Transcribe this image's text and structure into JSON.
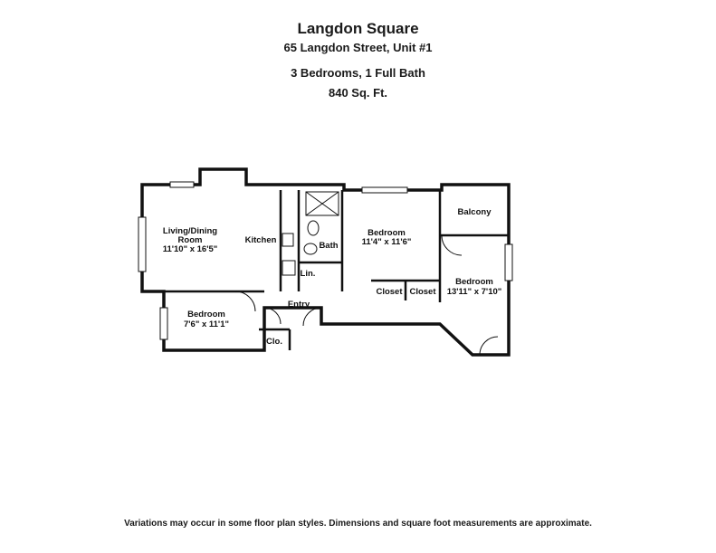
{
  "header": {
    "title": "Langdon Square",
    "address": "65 Langdon Street, Unit #1",
    "bedrooms_baths": "3 Bedrooms, 1 Full Bath",
    "square_feet": "840 Sq. Ft."
  },
  "rooms": {
    "living_dining_name_line1": "Living/Dining",
    "living_dining_name_line2": "Room",
    "living_dining_dims": "11'10\" x 16'5\"",
    "kitchen": "Kitchen",
    "bath": "Bath",
    "linen": "Lin.",
    "bedroom_center_name": "Bedroom",
    "bedroom_center_dims": "11'4\" x 11'6\"",
    "balcony": "Balcony",
    "bedroom_right_name": "Bedroom",
    "bedroom_right_dims": "13'11\" x 7'10\"",
    "closet_left": "Closet",
    "closet_right": "Closet",
    "entry": "Entry",
    "bedroom_left_name": "Bedroom",
    "bedroom_left_dims": "7'6\" x 11'1\"",
    "closet_small": "Clo."
  },
  "footer": {
    "disclaimer": "Variations may occur in some floor plan styles. Dimensions and square foot measurements are approximate."
  },
  "colors": {
    "wall": "#111111",
    "background": "#ffffff"
  }
}
